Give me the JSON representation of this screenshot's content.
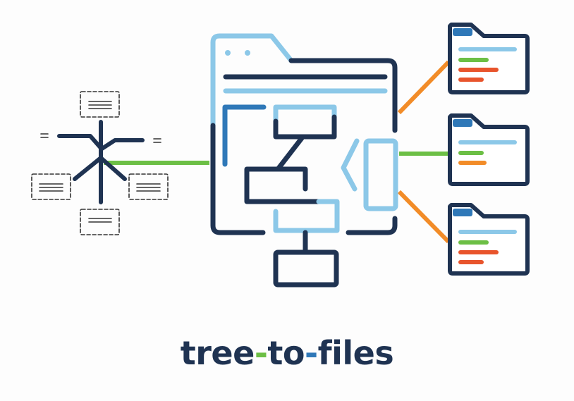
{
  "title": {
    "part1": "tree",
    "dash1": "-",
    "part2": "to",
    "dash2": "-",
    "part3": "files"
  },
  "colors": {
    "navy": "#1f3352",
    "light_blue": "#8cc8e8",
    "mid_blue": "#2f78b8",
    "green": "#6cbf45",
    "orange": "#f28c28",
    "red_orange": "#e8542c",
    "dashed_box": "#333333"
  },
  "icons": {
    "left": "tree-structure-icon",
    "center": "folder-with-flowchart-icon",
    "right": [
      "file-folder-icon",
      "file-folder-icon",
      "file-folder-icon"
    ]
  },
  "connectors": {
    "tree_to_folder": "green",
    "folder_to_file_top": "orange",
    "folder_to_file_middle": "green",
    "folder_to_file_bottom": "orange"
  }
}
